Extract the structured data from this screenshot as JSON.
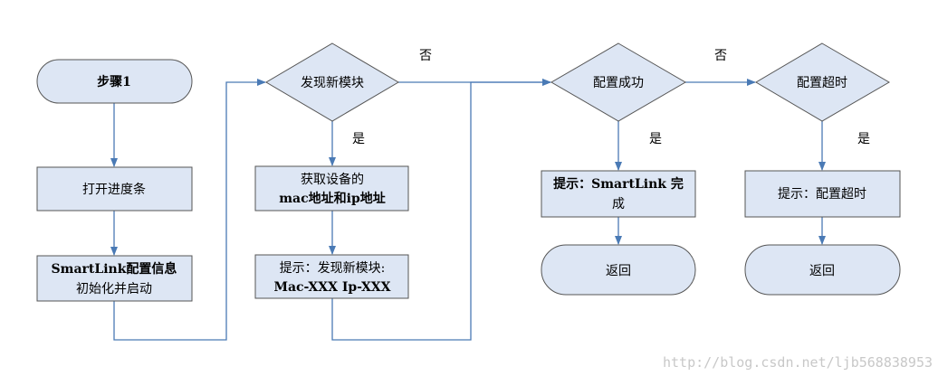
{
  "colors": {
    "node_fill": "#dde6f4",
    "node_stroke": "#555555",
    "edge": "#4a7ab5"
  },
  "nodes": {
    "step1": "步骤1",
    "open_progress": "打开进度条",
    "init_line1": "SmartLink配置信息",
    "init_line2": "初始化并启动",
    "find_module": "发现新模块",
    "get_device_line1": "获取设备的",
    "get_device_line2": "mac地址和ip地址",
    "hint_found_line1": "提示：发现新模块:",
    "hint_found_line2": "Mac-XXX Ip-XXX",
    "config_success": "配置成功",
    "hint_smartlink_line1": "提示：SmartLink 完",
    "hint_smartlink_line2": "成",
    "return1": "返回",
    "config_timeout": "配置超时",
    "hint_timeout": "提示：配置超时",
    "return2": "返回"
  },
  "edge_labels": {
    "no1": "否",
    "yes1": "是",
    "yes2": "是",
    "no2": "否",
    "yes3": "是"
  },
  "watermark": "http://blog.csdn.net/ljb568838953"
}
